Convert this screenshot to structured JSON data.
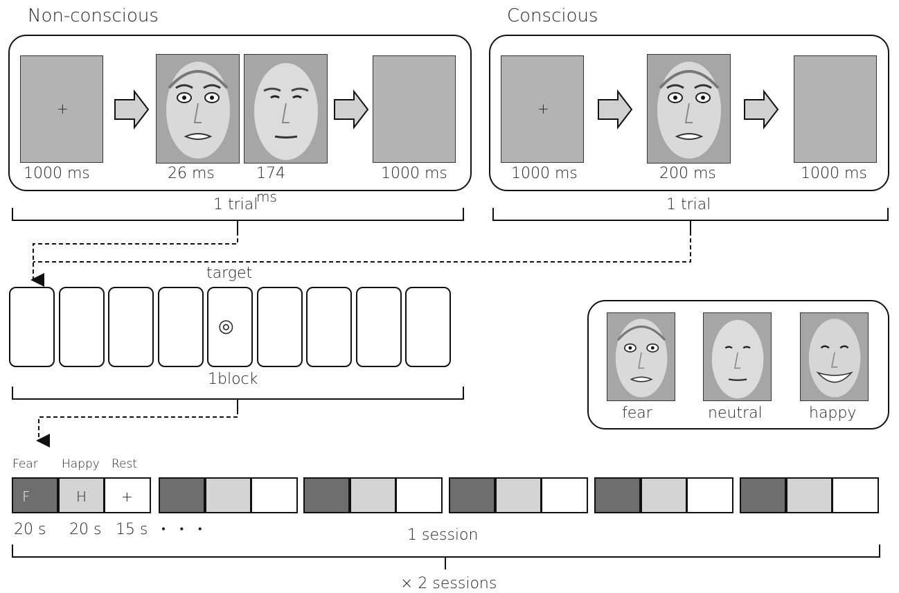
{
  "titles": {
    "nonconscious": "Non-conscious",
    "conscious": "Conscious"
  },
  "nonconscious": {
    "times": [
      "1000 ms",
      "26 ms",
      "174",
      "ms",
      "1000 ms"
    ],
    "trial_label": "1 trial",
    "fixation": "+"
  },
  "conscious": {
    "times": [
      "1000 ms",
      "200 ms",
      "1000 ms"
    ],
    "trial_label": "1 trial",
    "fixation": "+"
  },
  "block": {
    "target_label": "target",
    "target_symbol": "◎",
    "block_label": "1block",
    "card_count": 9,
    "target_index": 4
  },
  "examples": {
    "labels": [
      "fear",
      "neutral",
      "happy"
    ]
  },
  "session": {
    "headers": [
      "Fear",
      "Happy",
      "Rest"
    ],
    "letters": [
      "F",
      "H",
      "+"
    ],
    "durations": [
      "20 s",
      "20 s",
      "15 s"
    ],
    "ellipsis": "・ ・ ・",
    "session_label": "1 session",
    "repeat_label": "× 2 sessions",
    "groups": 6
  },
  "colors": {
    "fear": "#6e6e6e",
    "happy": "#d4d4d4",
    "rest": "#ffffff",
    "screen": "#b3b3b3",
    "arrow_fill": "#d0d0d0"
  }
}
